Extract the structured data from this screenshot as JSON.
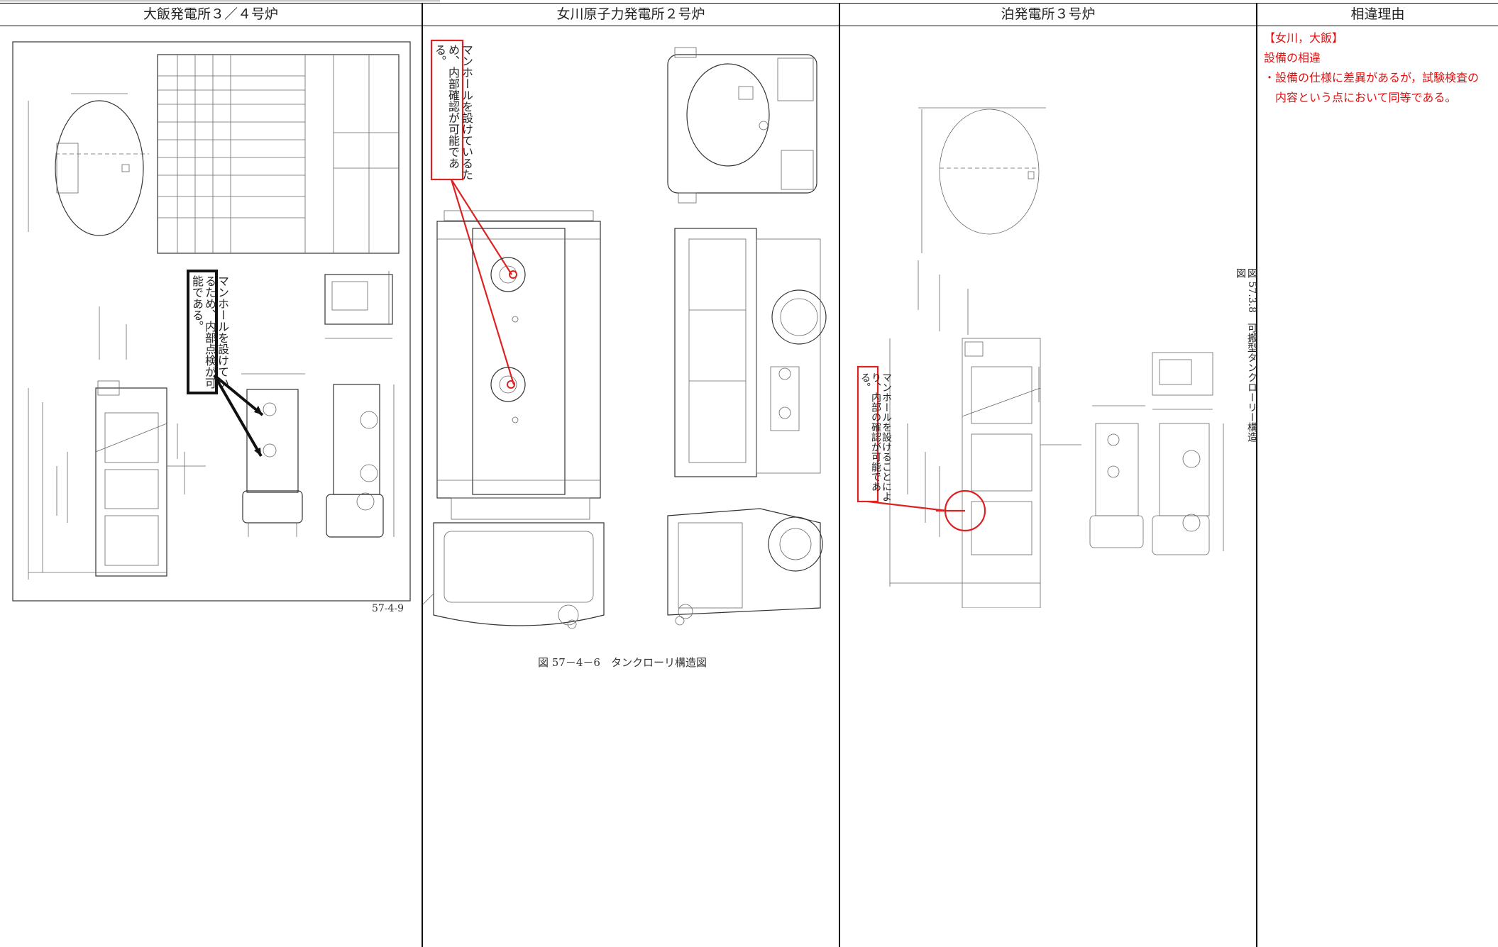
{
  "header": {
    "col1": "大飯発電所３／４号炉",
    "col2": "女川原子力発電所２号炉",
    "col3": "泊発電所３号炉",
    "col4": "相違理由"
  },
  "ohi": {
    "callout": "マンホールを設けているため、内部点検が可能である。",
    "page_number": "57-4-9"
  },
  "onagawa": {
    "callout": "マンホールを設けているため、内部確認が可能である。",
    "caption": "図 57－4－6　タンクローリ構造図"
  },
  "tomari": {
    "callout": "マンホールを設けることにより、内部の確認が可能である。",
    "figure_title": "図 57.3.8　可搬型タンクローリー構造図"
  },
  "reason": {
    "tag": "【女川，大飯】",
    "heading": "設備の相違",
    "line1": "・設備の仕様に差異があるが，試験検査の",
    "line2": "内容という点において同等である。"
  },
  "colors": {
    "accent_red": "#d22222",
    "text_red": "#dd1111",
    "rule": "#111111"
  }
}
